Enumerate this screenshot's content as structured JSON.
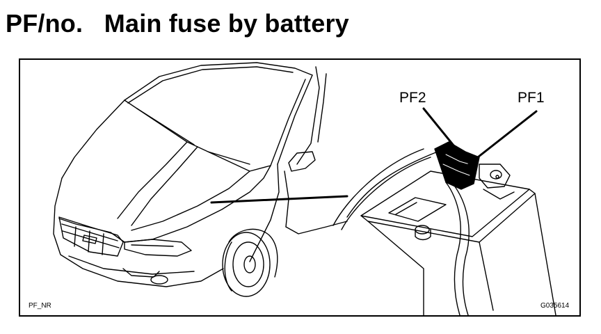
{
  "page": {
    "heading": "PF/no.   Main fuse by battery"
  },
  "figure": {
    "labels": {
      "pf2": "PF2",
      "pf1": "PF1"
    },
    "code_left": "PF_NR",
    "code_right": "G035614",
    "illustration": {
      "left_subject": "car-front-three-quarter",
      "right_subject": "battery-with-main-fuse"
    },
    "colors": {
      "line": "#000000",
      "background": "#ffffff"
    }
  }
}
